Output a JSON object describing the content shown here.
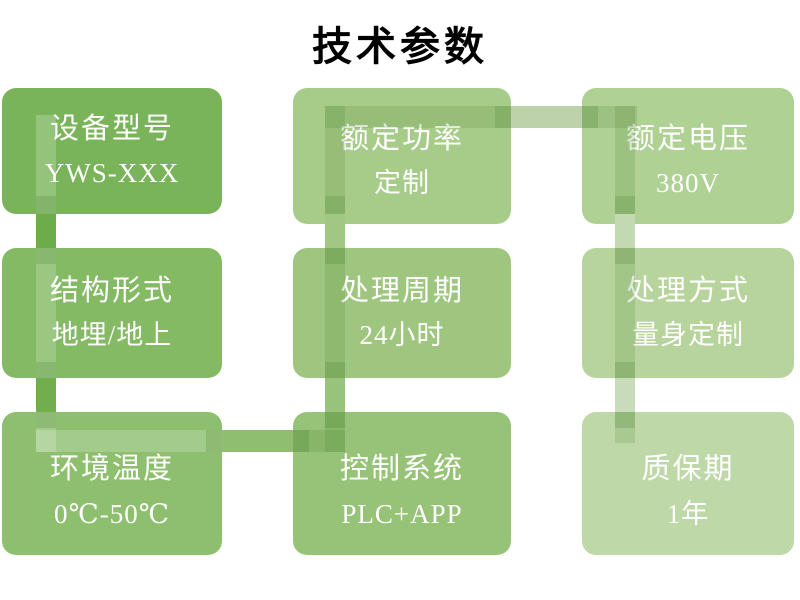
{
  "title": "技术参数",
  "cells": [
    {
      "label": "设备型号",
      "value": "YWS-XXX"
    },
    {
      "label": "结构形式",
      "value": "地埋/地上"
    },
    {
      "label": "环境温度",
      "value": "0℃-50℃"
    },
    {
      "label": "控制系统",
      "value": "PLC+APP"
    },
    {
      "label": "处理周期",
      "value": "24小时"
    },
    {
      "label": "额定功率",
      "value": "定制"
    },
    {
      "label": "额定电压",
      "value": "380V"
    },
    {
      "label": "处理方式",
      "value": "量身定制"
    },
    {
      "label": "质保期",
      "value": "1年"
    }
  ],
  "colors": {
    "title_text": "#000000",
    "card_text": "#ffffff",
    "card_shades": [
      "#7ab45a",
      "#84ba64",
      "#8dbf6e",
      "#96c377",
      "#9ec67f",
      "#a7cc8a",
      "#afd194",
      "#b7d49d",
      "#bed8a8"
    ],
    "connector_shades": [
      "#6cac4b",
      "#70ae4e",
      "#90be71",
      "#98c37c",
      "#a0c884",
      "#bdd2ab",
      "#c3d9b2",
      "#c9dcba"
    ],
    "background": "#ffffff"
  }
}
